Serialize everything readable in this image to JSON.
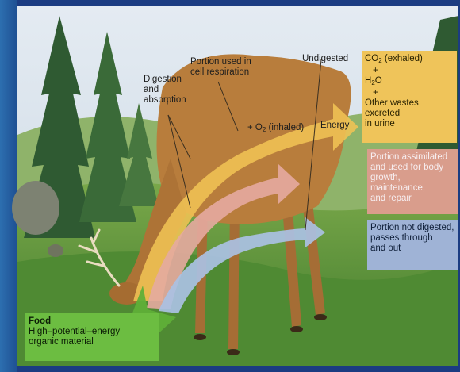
{
  "labels": {
    "digestion": [
      "Digestion",
      "and",
      "absorption"
    ],
    "respiration": [
      "Portion used in",
      "cell respiration"
    ],
    "undigested": "Undigested",
    "oxygen": {
      "prefix": "+ O",
      "sub": "2",
      "suffix": " (inhaled)"
    },
    "energy": "Energy"
  },
  "boxes": {
    "exhaled": {
      "co2": {
        "prefix": "CO",
        "sub": "2",
        "suffix": " (exhaled)"
      },
      "plus1": "+",
      "h2o": {
        "prefix": "H",
        "sub": "2",
        "suffix": "O"
      },
      "plus2": "+",
      "wastes": [
        "Other wastes excreted",
        "in urine"
      ]
    },
    "assimilated": [
      "Portion assimilated",
      "and used for body",
      "growth, maintenance,",
      "and repair"
    ],
    "not_digested": [
      "Portion not digested,",
      "passes through",
      "and out"
    ],
    "food": {
      "title": "Food",
      "lines": [
        "High–potential–energy",
        "organic material"
      ]
    }
  },
  "colors": {
    "energy_arrow": "#f0c354",
    "assimilation_arrow": "#e5a99f",
    "undigested_arrow": "#a9c0e2",
    "food_arrow": "#62b33c",
    "sky": "#dfe8f0",
    "grass": "#5f9a3c",
    "deer": "#b47a3a"
  }
}
